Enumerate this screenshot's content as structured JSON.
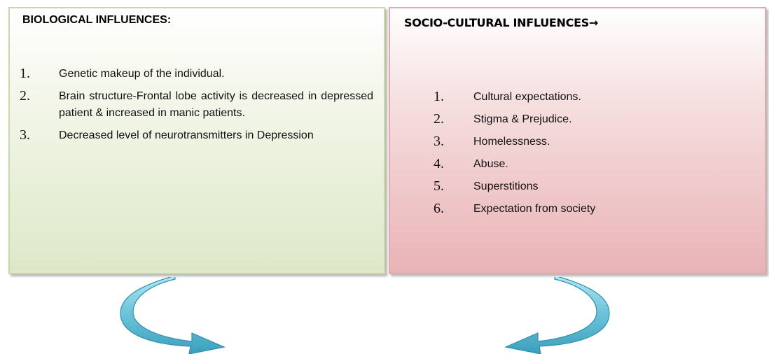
{
  "biological": {
    "title": "BIOLOGICAL INFLUENCES:",
    "items": [
      {
        "num": "1.",
        "text": "Genetic makeup of the individual."
      },
      {
        "num": "2.",
        "text": "Brain structure-Frontal lobe activity is decreased in depressed patient & increased in manic patients."
      },
      {
        "num": "3.",
        "text": "Decreased level of neurotransmitters in Depression"
      }
    ]
  },
  "socio_cultural": {
    "title": "SOCIO-CULTURAL INFLUENCES→",
    "items": [
      {
        "num": "1.",
        "text": "Cultural expectations."
      },
      {
        "num": "2.",
        "text": "Stigma & Prejudice."
      },
      {
        "num": "3.",
        "text": "Homelessness."
      },
      {
        "num": "4.",
        "text": "Abuse."
      },
      {
        "num": "5.",
        "text": "Superstitions"
      },
      {
        "num": "6.",
        "text": "Expectation from society"
      }
    ]
  },
  "colors": {
    "bio_fill": "#dde8c8",
    "bio_border": "#c9d8a6",
    "soc_fill": "#e9b3b6",
    "soc_border": "#e8a7ad",
    "arrow_fill": "#6fc6dc",
    "arrow_stroke": "#2f8fab"
  },
  "icons": {
    "left_arrow": "curved-arrow-clockwise-icon",
    "right_arrow": "curved-arrow-counterclockwise-icon"
  }
}
